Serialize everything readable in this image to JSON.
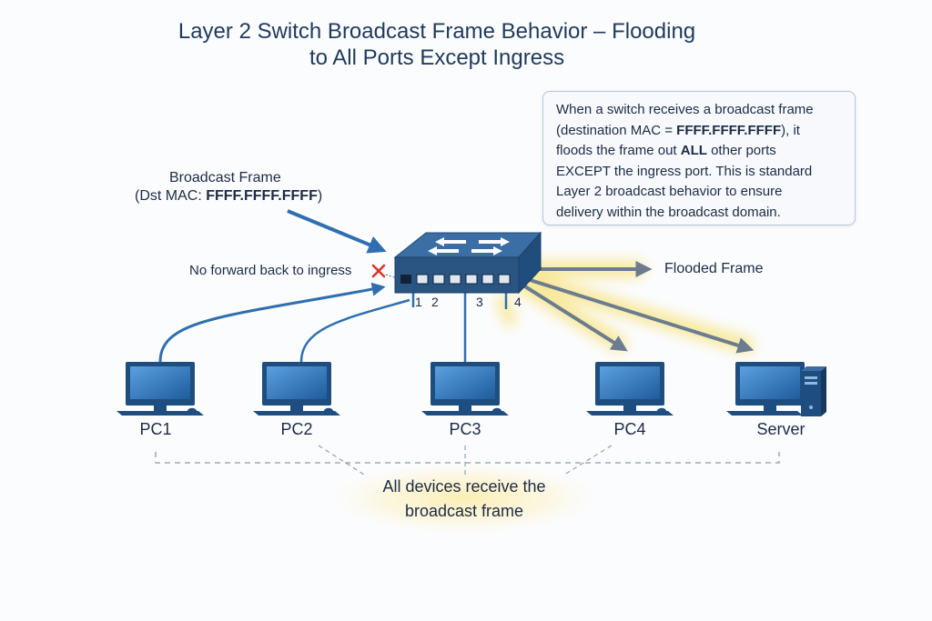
{
  "title": {
    "line1": "Layer 2 Switch Broadcast Frame Behavior – Flooding",
    "line2": "to All Ports Except Ingress"
  },
  "info_box": {
    "l1": "When a switch receives a broadcast frame",
    "l2_pre": "(destination MAC = ",
    "l2_bold": "FFFF.FFFF.FFFF",
    "l2_post": "), it",
    "l3_pre": "floods the frame out ",
    "l3_bold": "ALL",
    "l3_post": " other ports",
    "l4": "EXCEPT the ingress port. This is standard",
    "l5": "Layer 2 broadcast behavior to ensure",
    "l6": "delivery within the broadcast domain."
  },
  "broadcast_frame": {
    "title": "Broadcast Frame",
    "mac_prefix": "(Dst MAC: ",
    "mac_value": "FFFF.FFFF.FFFF",
    "mac_suffix": ")"
  },
  "no_forward_label": "No forward back to ingress",
  "flooded_label": "Flooded Frame",
  "ports": [
    "1",
    "2",
    "3",
    "4"
  ],
  "devices": [
    {
      "label": "PC1",
      "type": "pc"
    },
    {
      "label": "PC2",
      "type": "pc"
    },
    {
      "label": "PC3",
      "type": "pc"
    },
    {
      "label": "PC4",
      "type": "pc"
    },
    {
      "label": "Server",
      "type": "server"
    }
  ],
  "summary": {
    "line1": "All devices receive the",
    "line2": "broadcast frame"
  },
  "colors": {
    "switch_top": "#3a6ea5",
    "switch_front": "#2a5582",
    "link_blue": "#2f6fb0",
    "flood_arrow": "#6b7c8f",
    "glow": "#f7e27a",
    "block_x": "#d9352b",
    "dashed_line": "#8a9bb0"
  }
}
